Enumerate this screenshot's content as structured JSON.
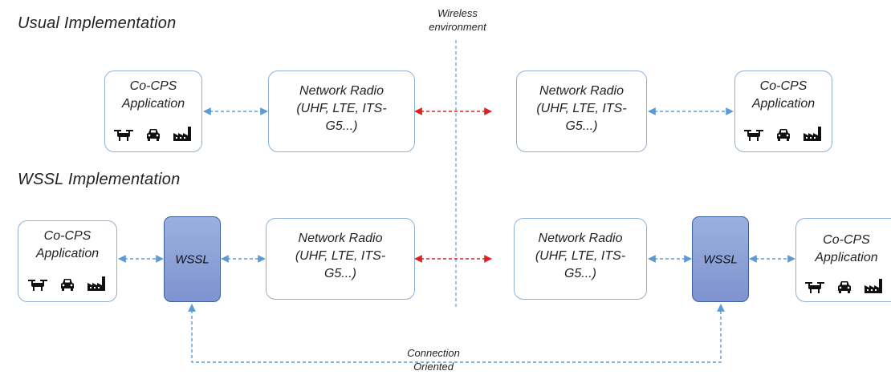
{
  "sections": {
    "usual": "Usual Implementation",
    "wssl": "WSSL Implementation"
  },
  "labels": {
    "wireless_line1": "Wireless",
    "wireless_line2": "environment",
    "connection_line1": "Connection",
    "connection_line2": "Oriented"
  },
  "app_box": {
    "line1": "Co-CPS",
    "line2": "Application"
  },
  "radio_box": {
    "line1": "Network Radio",
    "line2": "(UHF, LTE, ITS-",
    "line3": "G5...)"
  },
  "wssl_label": "WSSL",
  "icons": [
    "drone-icon",
    "car-icon",
    "factory-icon"
  ],
  "colors": {
    "box_border": "#8fb0d8",
    "wssl_fill": "#8ea2d8",
    "blue_arrow": "#5b9bd5",
    "red_arrow": "#e02020"
  }
}
